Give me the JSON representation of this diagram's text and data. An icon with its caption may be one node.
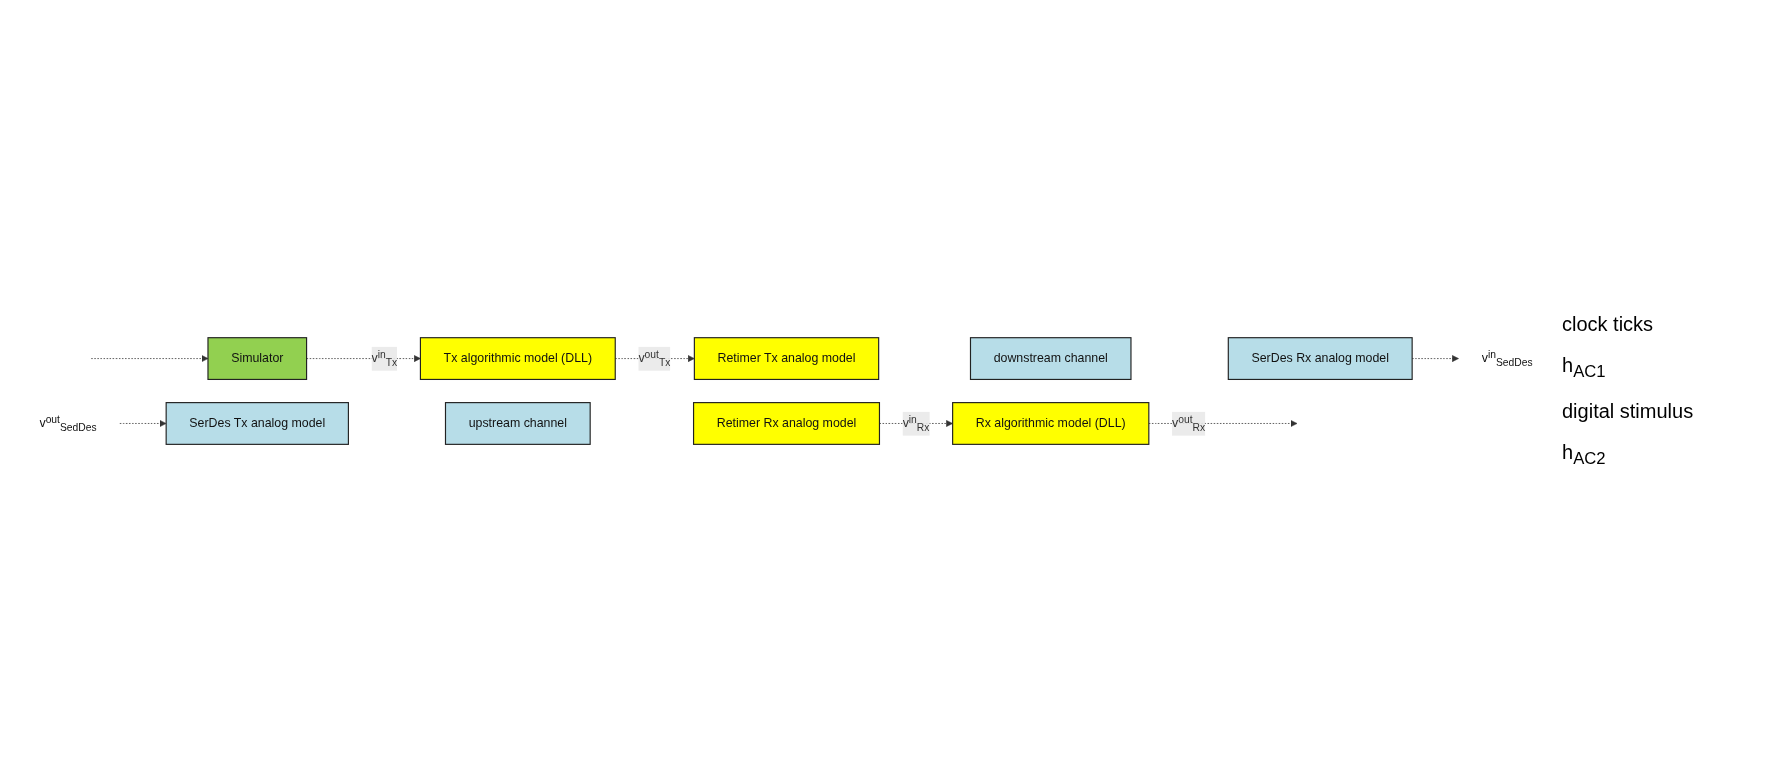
{
  "diagram": {
    "nodes": [
      {
        "text": [
          "v$^{out}$$_{SedDes}$"
        ]
      },
      {
        "text": [
          "SerDes Tx analog model"
        ]
      },
      {
        "text": [
          "upstream channel"
        ]
      },
      {
        "text": [
          "Retimer Rx analog model"
        ]
      },
      {
        "text": [
          "Rx algorithmic model (DLL)"
        ]
      },
      {
        "text": [
          "Simulator"
        ]
      },
      {
        "text": [
          "Tx algorithmic model (DLL)"
        ]
      },
      {
        "text": [
          "Retimer Tx analog model"
        ]
      },
      {
        "text": [
          "downstream channel"
        ]
      },
      {
        "text": [
          "SerDes Rx analog model"
        ]
      },
      {
        "text": [
          "v$^{in}$$_{SedDes}$"
        ]
      }
    ],
    "edges": [
      {
        "from": 0,
        "to": 1,
        "arrow": "to",
        "style": "dashed"
      },
      {
        "from": 3,
        "to": 4,
        "arrow": "to",
        "style": "dashed",
        "label": "v$^{in}$$_{Rx}$"
      },
      {
        "from": 4,
        "to": null,
        "arrow": "to",
        "style": "dashed",
        "label": "v$^{out}$$_{Rx}$"
      },
      {
        "from": null,
        "to": 5,
        "arrow": "to",
        "style": "dashed"
      },
      {
        "from": 5,
        "to": 6,
        "arrow": "to",
        "style": "dashed",
        "label": "v$^{in}$$_{Tx}$"
      },
      {
        "from": 6,
        "to": 7,
        "arrow": "to",
        "style": "dashed",
        "label": "v$^{out}$$_{Tx}$"
      },
      {
        "from": 9,
        "to": 10,
        "arrow": "to",
        "style": "dashed"
      }
    ],
    "labels": [
      "clock ticks",
      "h$_{AC1}$",
      "digital stimulus",
      "h$_{AC2}$"
    ]
  }
}
